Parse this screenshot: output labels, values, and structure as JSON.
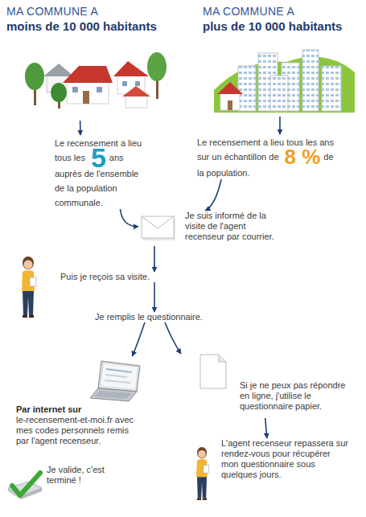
{
  "diagram": {
    "nodes": [
      {
        "text": [
          "MA COMMUNE A",
          "moins de 10 000 habitants"
        ]
      },
      {
        "text": [
          "MA COMMUNE A",
          "plus de 10 000 habitants"
        ]
      },
      {
        "text": [
          "Le recensement a lieu tous les",
          "5",
          "ans auprès de l'ensemble de la population communale."
        ]
      },
      {
        "text": [
          "Le recensement a lieu tous les ans sur un échantillon de",
          "8 %",
          "de la population."
        ]
      },
      {
        "text": [
          "Je suis informé de la visite de l'agent recenseur par courrier."
        ]
      },
      {
        "text": [
          "Puis je reçois sa visite."
        ]
      },
      {
        "text": [
          "Je remplis le questionnaire."
        ]
      },
      {
        "text": [
          "Par internet sur",
          "le-recensement-et-moi.fr avec mes codes personnels remis par l'agent recenseur."
        ]
      },
      {
        "text": [
          "Si je ne peux pas répondre en ligne, j'utilise le questionnaire papier."
        ]
      },
      {
        "text": [
          "Je valide, c'est terminé !"
        ]
      },
      {
        "text": [
          "L'agent recenseur repassera sur rendez-vous pour récupérer mon questionnaire sous quelques jours."
        ]
      }
    ],
    "edges": [
      {
        "from": 0,
        "to": 2,
        "arrow": "to"
      },
      {
        "from": 1,
        "to": 3,
        "arrow": "to"
      },
      {
        "from": 2,
        "to": 4,
        "arrow": "to"
      },
      {
        "from": 3,
        "to": 4,
        "arrow": "to"
      },
      {
        "from": 4,
        "to": 5,
        "arrow": "to"
      },
      {
        "from": 5,
        "to": 6,
        "arrow": "to"
      },
      {
        "from": 6,
        "to": 7,
        "arrow": "to"
      },
      {
        "from": 6,
        "to": 8,
        "arrow": "to"
      },
      {
        "from": 8,
        "to": 10,
        "arrow": "to"
      }
    ]
  }
}
